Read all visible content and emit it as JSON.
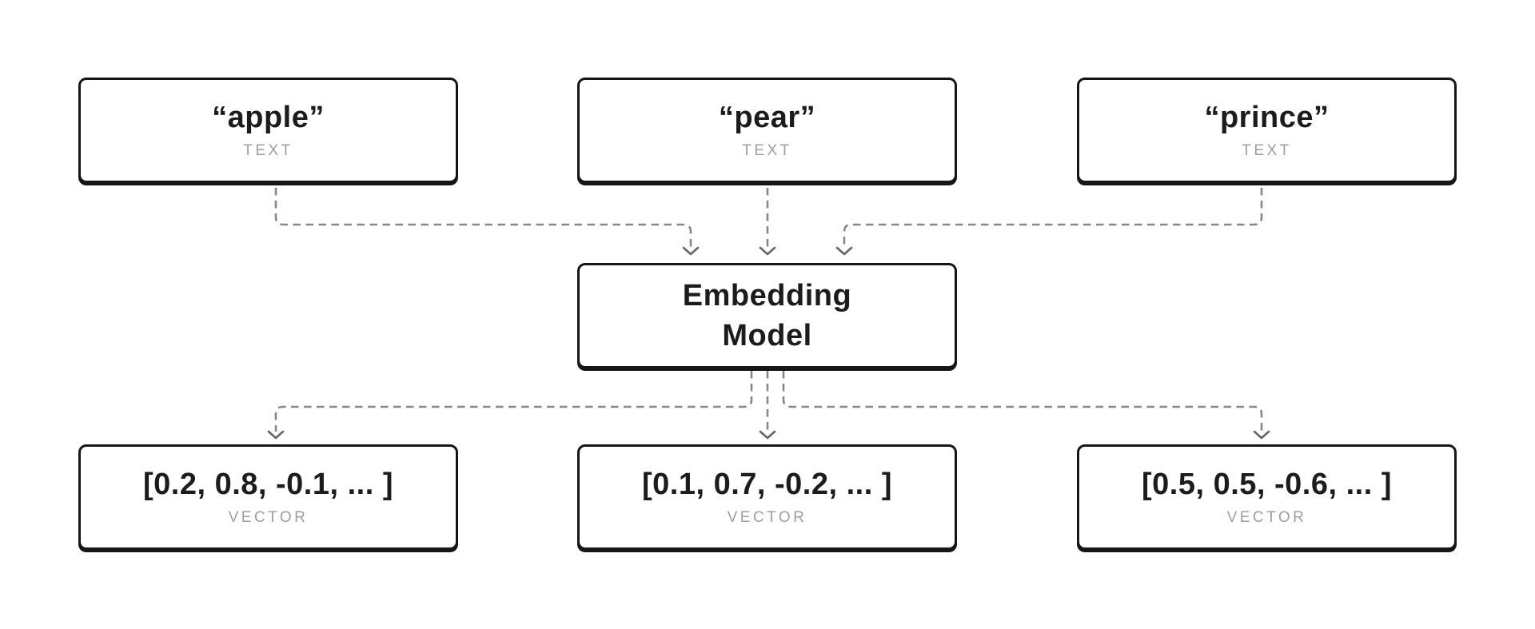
{
  "page": {
    "background": "#ffffff"
  },
  "colors": {
    "node_border": "#161616",
    "node_text": "#1c1c1c",
    "type_label": "#9e9e9e",
    "connector": "#878787",
    "arrowhead": "#666666",
    "page_bg": "#ffffff"
  },
  "nodes": {
    "inputs": [
      {
        "id": "apple",
        "title": "“apple”",
        "label": "TEXT"
      },
      {
        "id": "pear",
        "title": "“pear”",
        "label": "TEXT"
      },
      {
        "id": "prince",
        "title": "“prince”",
        "label": "TEXT"
      }
    ],
    "model": {
      "id": "embedding-model",
      "line1": "Embedding",
      "line2": "Model"
    },
    "outputs": [
      {
        "id": "vector-apple",
        "title": "[0.2, 0.8, -0.1, ... ]",
        "label": "VECTOR"
      },
      {
        "id": "vector-pear",
        "title": "[0.1, 0.7, -0.2, ... ]",
        "label": "VECTOR"
      },
      {
        "id": "vector-prince",
        "title": "[0.5, 0.5, -0.6, ... ]",
        "label": "VECTOR"
      }
    ]
  },
  "edges": [
    {
      "from": "apple",
      "to": "embedding-model",
      "style": "dashed-arrow"
    },
    {
      "from": "pear",
      "to": "embedding-model",
      "style": "dashed-arrow"
    },
    {
      "from": "prince",
      "to": "embedding-model",
      "style": "dashed-arrow"
    },
    {
      "from": "embedding-model",
      "to": "vector-apple",
      "style": "dashed-arrow"
    },
    {
      "from": "embedding-model",
      "to": "vector-pear",
      "style": "dashed-arrow"
    },
    {
      "from": "embedding-model",
      "to": "vector-prince",
      "style": "dashed-arrow"
    }
  ]
}
